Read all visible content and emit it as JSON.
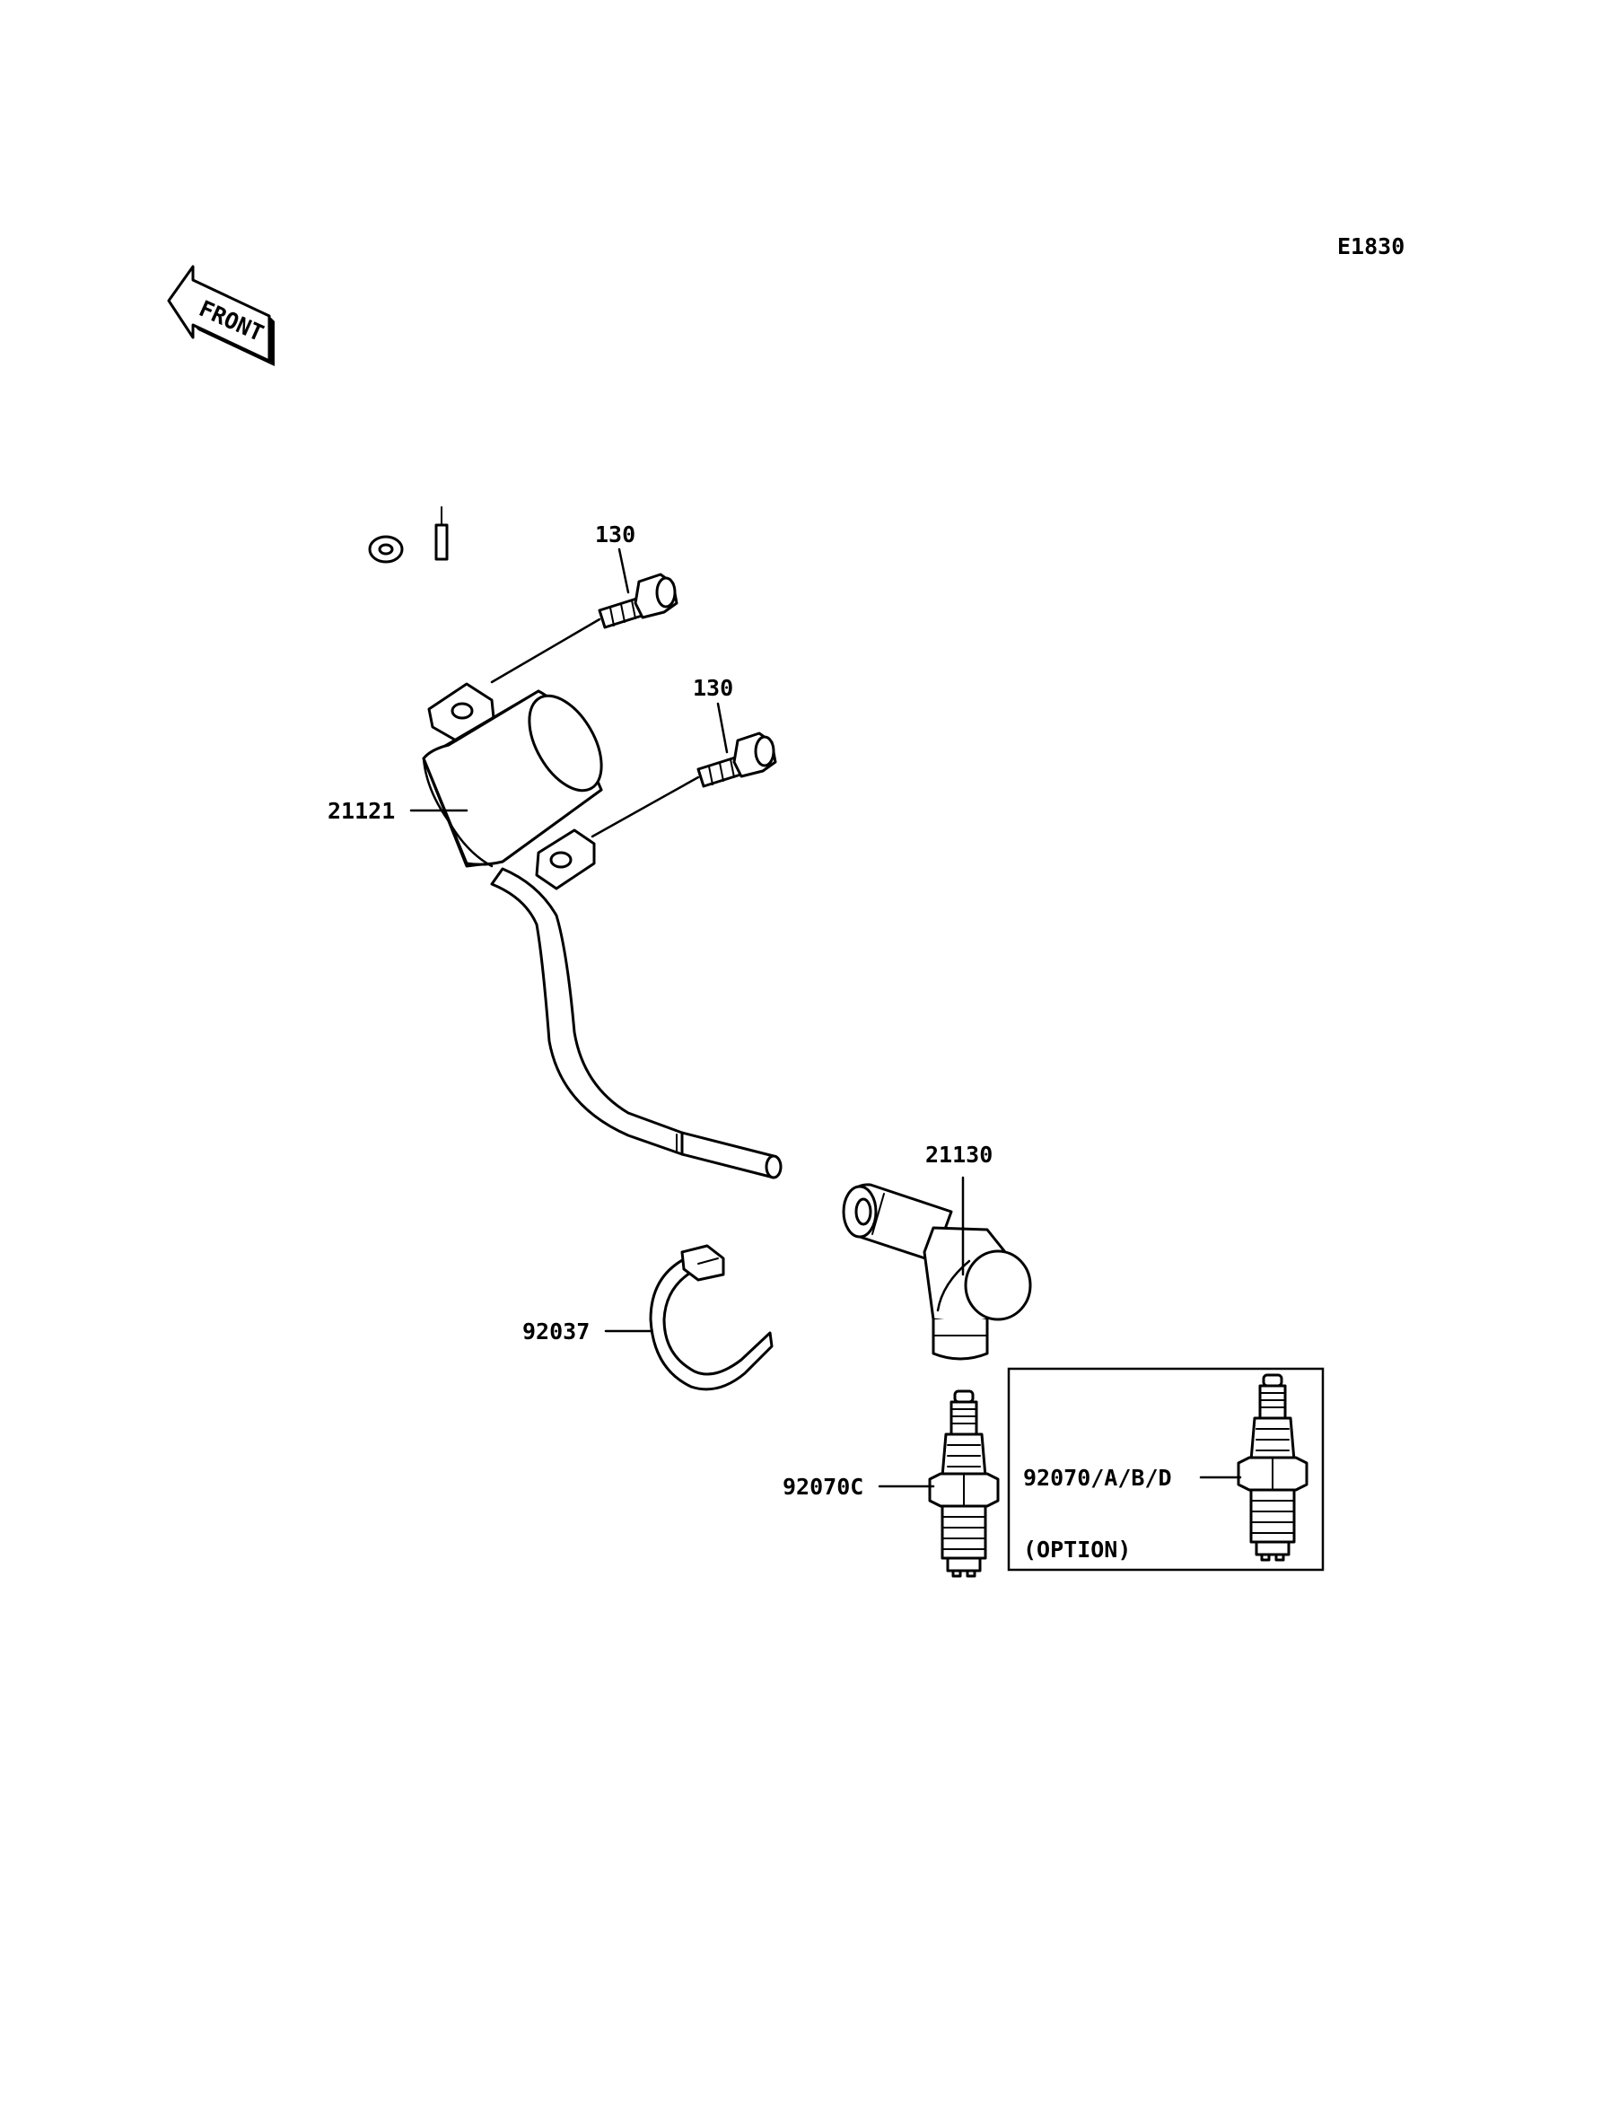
{
  "diagram_code": "E1830",
  "front_arrow_label": "FRONT",
  "callouts": {
    "bolt_upper": "130",
    "bolt_lower": "130",
    "ignition_coil": "21121",
    "plug_cap": "21130",
    "cable_tie": "92037",
    "spark_plug_std": "92070C",
    "spark_plug_option": "92070/A/B/D",
    "option_note": "(OPTION)"
  }
}
